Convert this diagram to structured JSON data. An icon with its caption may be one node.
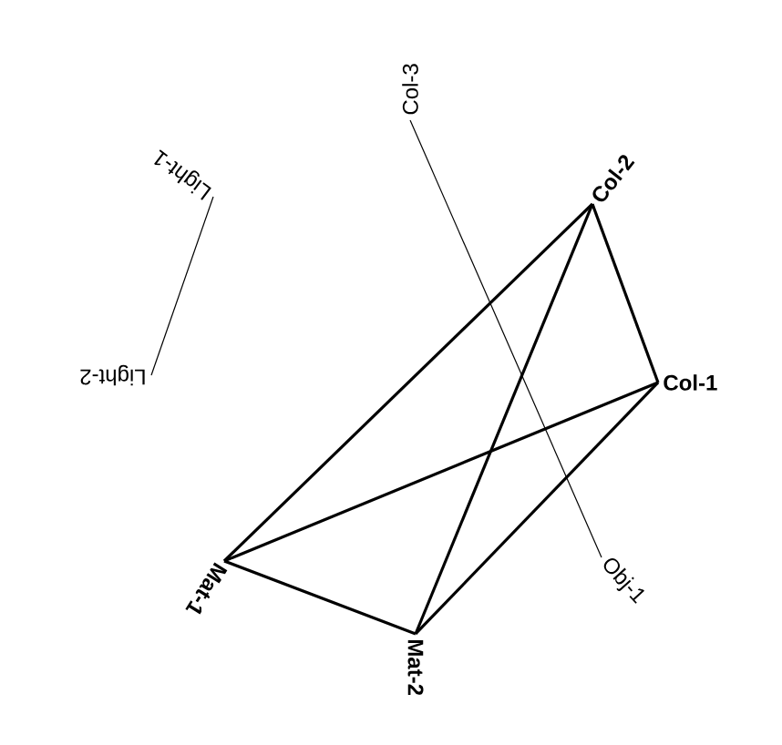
{
  "diagram": {
    "nodes": [
      {
        "text": [
          "Col-1"
        ]
      },
      {
        "text": [
          "Col-2"
        ]
      },
      {
        "text": [
          "Col-3"
        ]
      },
      {
        "text": [
          "Mat-1"
        ]
      },
      {
        "text": [
          "Mat-2"
        ]
      },
      {
        "text": [
          "Obj-1"
        ]
      },
      {
        "text": [
          "Light-1"
        ]
      },
      {
        "text": [
          "Light-2"
        ]
      }
    ],
    "edges": [
      {
        "from": 1,
        "to": 0,
        "arrow": "none"
      },
      {
        "from": 1,
        "to": 3,
        "arrow": "none"
      },
      {
        "from": 1,
        "to": 4,
        "arrow": "none"
      },
      {
        "from": 0,
        "to": 3,
        "arrow": "none"
      },
      {
        "from": 0,
        "to": 4,
        "arrow": "none"
      },
      {
        "from": 3,
        "to": 4,
        "arrow": "none"
      },
      {
        "from": 2,
        "to": 5,
        "arrow": "none"
      },
      {
        "from": 6,
        "to": 7,
        "arrow": "none"
      }
    ]
  }
}
